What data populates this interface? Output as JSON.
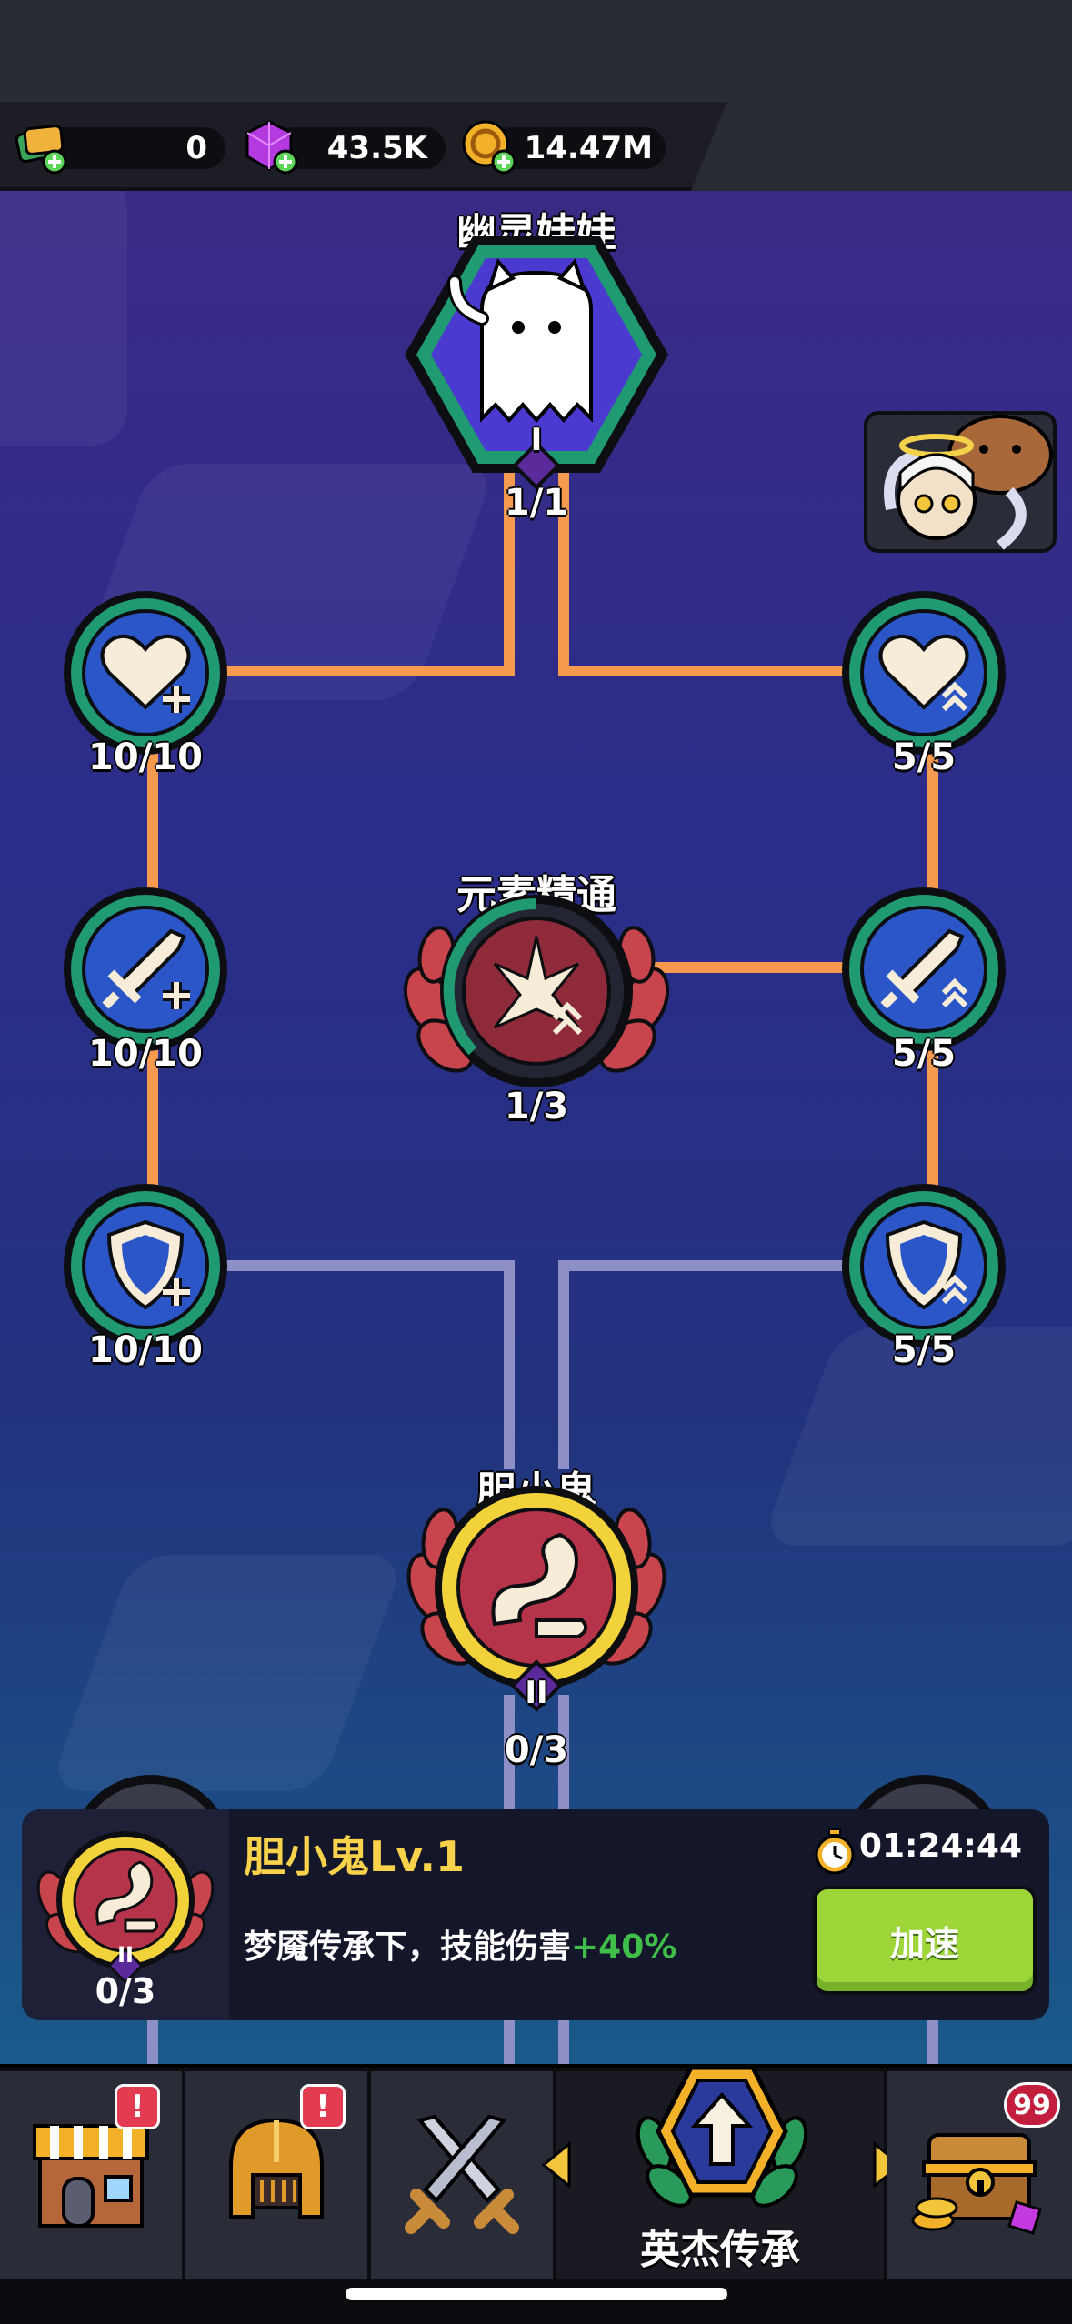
{
  "currency": {
    "tickets": "0",
    "gems": "43.5K",
    "coins": "14.47M"
  },
  "tree": {
    "top_node": {
      "title": "幽灵娃娃",
      "count": "1/1",
      "tier": "I"
    },
    "left_nodes": [
      {
        "icon": "heart-plus-icon",
        "count": "10/10"
      },
      {
        "icon": "sword-plus-icon",
        "count": "10/10"
      },
      {
        "icon": "shield-plus-icon",
        "count": "10/10"
      }
    ],
    "right_nodes": [
      {
        "icon": "heart-up-icon",
        "count": "5/5"
      },
      {
        "icon": "sword-up-icon",
        "count": "5/5"
      },
      {
        "icon": "shield-up-icon",
        "count": "5/5"
      }
    ],
    "middle_node": {
      "title": "元素精通",
      "count": "1/3"
    },
    "bottom_node": {
      "title": "胆小鬼",
      "count": "0/3",
      "tier": "II"
    }
  },
  "panel": {
    "title": "胆小鬼Lv.1",
    "timer": "01:24:44",
    "desc_prefix": "梦魇传承下，技能伤害",
    "desc_pct": "+40%",
    "speed_button": "加速",
    "count": "0/3",
    "tier": "II"
  },
  "nav": {
    "active_label": "英杰传承",
    "chest_badge": "99",
    "alert_mark": "!"
  },
  "colors": {
    "link_active": "#f59a4e",
    "link_inactive": "#8f8fc8",
    "node_ring": "#1f9a73",
    "node_fill": "#2a56c8",
    "speed_button": "#9ed63a",
    "title_yellow": "#f7d24a",
    "pct_green": "#3fbf4a"
  }
}
